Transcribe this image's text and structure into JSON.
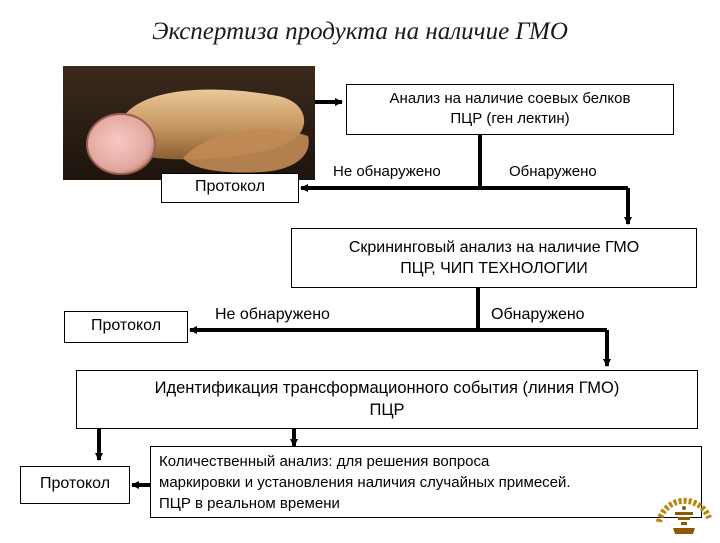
{
  "title": "Экспертиза продукта на наличие ГМО",
  "step1": {
    "line1": "Анализ на наличие соевых белков",
    "line2": "ПЦР (ген лектин)"
  },
  "step1_branches": {
    "not_found": "Не обнаружено",
    "found": "Обнаружено"
  },
  "protocol_1": "Протокол",
  "step2": {
    "line1": "Скрининговый анализ на наличие ГМО",
    "line2": "ПЦР, ЧИП ТЕХНОЛОГИИ"
  },
  "step2_branches": {
    "not_found": "Не обнаружено",
    "found": "Обнаружено"
  },
  "protocol_2": "Протокол",
  "step3": {
    "line1": "Идентификация трансформационного события (линия ГМО)",
    "line2": "ПЦР"
  },
  "protocol_3": "Протокол",
  "step4": {
    "line1": "Количественный анализ: для решения вопроса",
    "line2": "маркировки и установления наличия случайных примесей.",
    "line3": "ПЦР в реальном времени"
  }
}
